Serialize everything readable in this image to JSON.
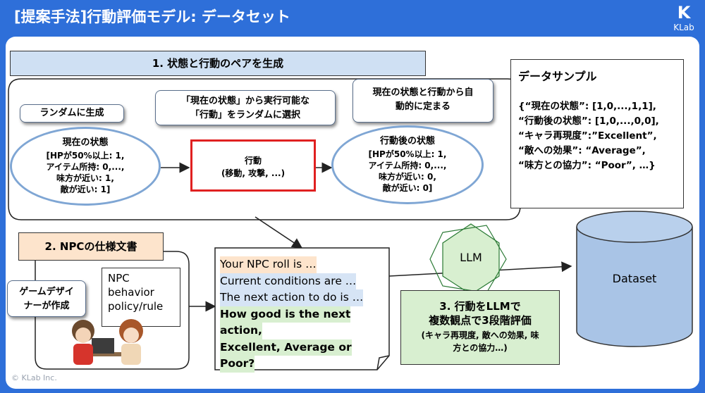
{
  "header": {
    "title": "[提案手法]行動評価モデル: データセット",
    "logo_mark": "K",
    "logo_text": "KLab"
  },
  "footer": {
    "copyright": "© KLab Inc."
  },
  "step1": {
    "header": "1. 状態と行動のペアを生成",
    "callout_random": "ランダムに生成",
    "callout_action": [
      "「現在の状態」から実行可能な",
      "「行動」をランダムに選択"
    ],
    "callout_after": [
      "現在の状態と行動から自",
      "動的に定まる"
    ],
    "current_state": {
      "title": "現在の状態",
      "lines": [
        "[HPが50%以上: 1,",
        "アイテム所持: 0,...,",
        "味方が近い: 1,",
        "敵が近い: 1]"
      ]
    },
    "action": {
      "title": "行動",
      "detail": "(移動, 攻撃, ...)"
    },
    "next_state": {
      "title": "行動後の状態",
      "lines": [
        "[HPが50%以上: 1,",
        "アイテム所持: 0,...,",
        "味方が近い: 0,",
        "敵が近い: 0]"
      ]
    }
  },
  "step2": {
    "header": "2. NPCの仕様文書",
    "callout": [
      "ゲームデザイ",
      "ナーが作成"
    ],
    "doc_lines": [
      "NPC",
      "behavior",
      "policy/rule"
    ]
  },
  "prompt": {
    "lines": [
      {
        "text": "Your NPC roll is …",
        "bg": "#fde4cc"
      },
      {
        "text": "Current conditions are …",
        "bg": "#d6e4f5"
      },
      {
        "text": "The next action to do is …",
        "bg": "#d6e4f5"
      }
    ],
    "question": [
      "How good is the  next",
      "action,",
      "Excellent,  Average or",
      "Poor?"
    ]
  },
  "llm": {
    "label": "LLM",
    "color": "#d8efd0"
  },
  "step3": {
    "lines": [
      "3. 行動をLLMで",
      "複数観点で3段階評価"
    ],
    "sub": [
      "(キャラ再現度, 敵への効果, 味",
      "方との協力…)"
    ]
  },
  "sample": {
    "title": "データサンプル",
    "lines": [
      "{“現在の状態”: [1,0,...,1,1],",
      "“行動後の状態”: [1,0,...,0,0],",
      "“キャラ再現度”:”Excellent”,",
      "“敵への効果”: “Average”,",
      "“味方との協力”: “Poor”, …}"
    ]
  },
  "dataset": {
    "label": "Dataset",
    "color": "#a9c4e6"
  },
  "colors": {
    "background": "#2e6fd9",
    "action_border": "#e02020",
    "ellipse_border": "#7fa6d4"
  }
}
